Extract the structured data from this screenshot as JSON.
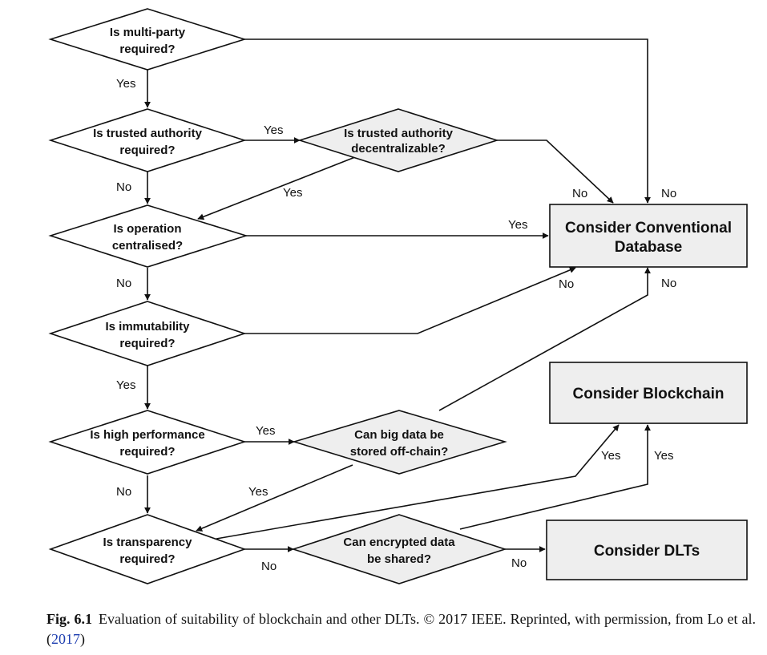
{
  "diagram": {
    "decisions": {
      "multi_party": [
        "Is multi-party",
        "required?"
      ],
      "trusted_authority": [
        "Is trusted authority",
        "required?"
      ],
      "decentralizable": [
        "Is trusted authority",
        "decentralizable?"
      ],
      "centralised": [
        "Is operation",
        "centralised?"
      ],
      "immutability": [
        "Is immutability",
        "required?"
      ],
      "high_performance": [
        "Is high performance",
        "required?"
      ],
      "big_data": [
        "Can big data be",
        "stored off-chain?"
      ],
      "transparency": [
        "Is transparency",
        "required?"
      ],
      "encrypted": [
        "Can encrypted data",
        "be shared?"
      ]
    },
    "outcomes": {
      "database": [
        "Consider Conventional",
        "Database"
      ],
      "blockchain": "Consider Blockchain",
      "dlts": "Consider DLTs"
    },
    "edge_labels": {
      "yes": "Yes",
      "no": "No"
    },
    "colors": {
      "outline": "#111111",
      "shaded_fill": "#eeeeee",
      "plain_fill": "#ffffff"
    }
  },
  "caption": {
    "label": "Fig. 6.1",
    "text_before": "Evaluation of suitability of blockchain and other DLTs. © 2017 IEEE. Reprinted, with permission, from Lo et al. (",
    "citation_year": "2017",
    "text_after": ")"
  }
}
